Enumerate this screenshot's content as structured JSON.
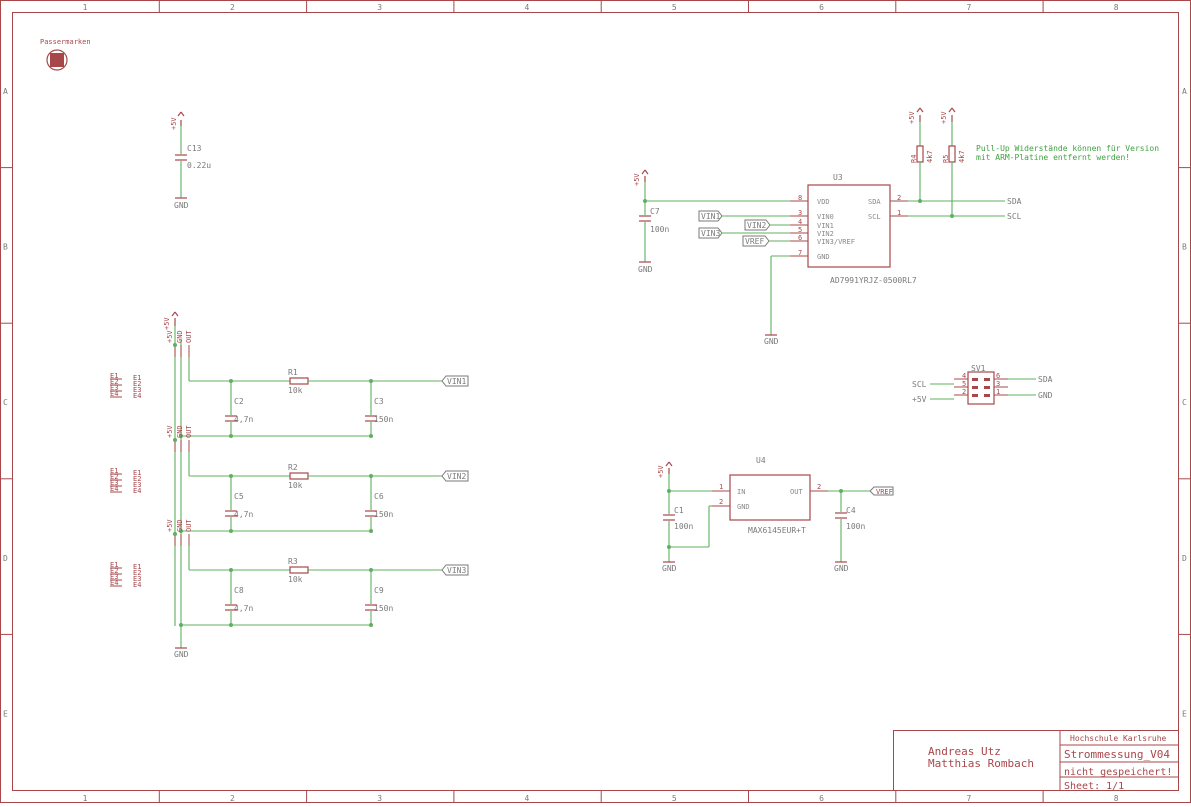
{
  "frame": {
    "col_labels": [
      "1",
      "2",
      "3",
      "4",
      "5",
      "6",
      "7",
      "8"
    ],
    "row_labels": [
      "A",
      "B",
      "C",
      "D",
      "E"
    ]
  },
  "colors": {
    "frame": "#a8474a",
    "wire": "#5fb05f",
    "flag": "#7a7a7a",
    "note": "#3fa23f"
  },
  "passermarken": "Passermarken",
  "note": {
    "line1": "Pull-Up Widerstände können für Version",
    "line2": "mit ARM-Platine entfernt werden!"
  },
  "u3": {
    "ref": "U3",
    "value": "AD7991YRJZ-0500RL7",
    "pins_left": [
      "VDD",
      "VIN0",
      "VIN1",
      "VIN2",
      "VIN3/VREF",
      "GND"
    ],
    "pin_nums_left": [
      "8",
      "3",
      "4",
      "5",
      "6",
      "7"
    ],
    "pins_right": [
      "SDA",
      "SCL"
    ],
    "pin_nums_right": [
      "2",
      "1"
    ]
  },
  "u4": {
    "ref": "U4",
    "value": "MAX6145EUR+T",
    "pins": [
      "IN",
      "GND",
      "OUT"
    ],
    "pin_nums": [
      "1",
      "2",
      "2"
    ]
  },
  "sv1": {
    "ref": "SV1",
    "left_labels": [
      "SCL",
      "+5V"
    ],
    "right_labels": [
      "SDA",
      "GND"
    ],
    "pin_nums": [
      "6",
      "5",
      "4",
      "3",
      "2",
      "1"
    ]
  },
  "nets": {
    "sda": "SDA",
    "scl": "SCL",
    "gnd": "GND",
    "p5v": "+5V",
    "vin1": "VIN1",
    "vin2": "VIN2",
    "vin3": "VIN3",
    "vref": "VREF"
  },
  "parts": {
    "c13": {
      "ref": "C13",
      "val": "0.22u"
    },
    "c7": {
      "ref": "C7",
      "val": "100n"
    },
    "r4": {
      "ref": "R4",
      "val": "4k7"
    },
    "r5": {
      "ref": "R5",
      "val": "4k7"
    },
    "r1": {
      "ref": "R1",
      "val": "10k"
    },
    "r2": {
      "ref": "R2",
      "val": "10k"
    },
    "r3": {
      "ref": "R3",
      "val": "10k"
    },
    "c2": {
      "ref": "C2",
      "val": "4,7n"
    },
    "c3": {
      "ref": "C3",
      "val": "150n"
    },
    "c5": {
      "ref": "C5",
      "val": "4,7n"
    },
    "c6": {
      "ref": "C6",
      "val": "150n"
    },
    "c8": {
      "ref": "C8",
      "val": "4,7n"
    },
    "c9": {
      "ref": "C9",
      "val": "150n"
    },
    "c1": {
      "ref": "C1",
      "val": "100n"
    },
    "c4": {
      "ref": "C4",
      "val": "100n"
    }
  },
  "sensor": {
    "pins": [
      "+5V",
      "GND",
      "OUT"
    ],
    "e_labels": [
      "E1",
      "E2",
      "E3",
      "E4"
    ]
  },
  "title_block": {
    "school": "Hochschule Karlsruhe",
    "author1": "Andreas Utz",
    "author2": "Matthias Rombach",
    "project": "Strommessung_V04",
    "status": "nicht gespeichert!",
    "sheet": "Sheet: 1/1"
  }
}
